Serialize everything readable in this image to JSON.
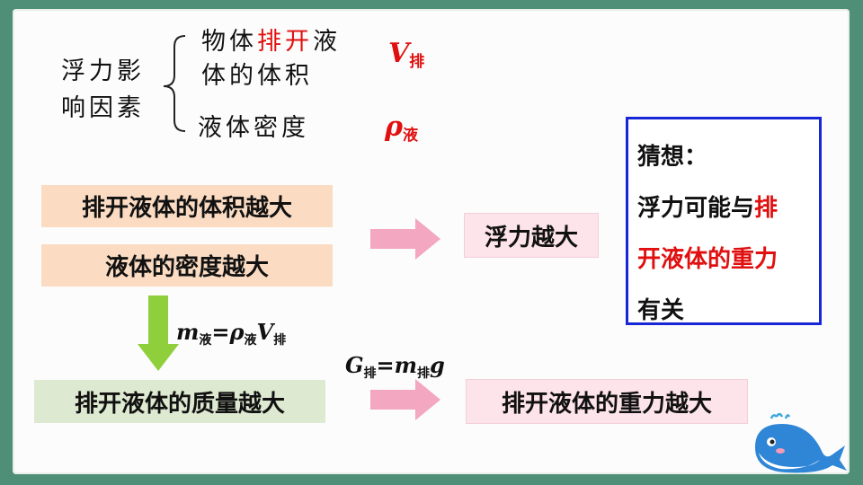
{
  "factors": {
    "label_line1": "浮力影",
    "label_line2": "响因素",
    "item1_part1": "物体",
    "item1_red": "排开",
    "item1_part2": "液",
    "item1_line2": "体的体积",
    "item2": "液体密度",
    "sym1_main": "V",
    "sym1_sub": "排",
    "sym2_main": "ρ",
    "sym2_sub": "液"
  },
  "boxes": {
    "volume": "排开液体的体积越大",
    "density": "液体的密度越大",
    "buoyancy": "浮力越大",
    "mass": "排开液体的质量越大",
    "weight": "排开液体的重力越大"
  },
  "formulas": {
    "mass_m": "m",
    "mass_m_sub": "液",
    "mass_eq": "=",
    "mass_rho": "ρ",
    "mass_rho_sub": "液",
    "mass_v": "V",
    "mass_v_sub": "排",
    "weight_g": "G",
    "weight_g_sub": "排",
    "weight_eq": "=",
    "weight_m": "m",
    "weight_m_sub": "排",
    "weight_gg": "g"
  },
  "guess": {
    "title": "猜想：",
    "line1_part1": "浮力可能与",
    "line1_red": "排",
    "line2_red": "开液体的重力",
    "line3": "有关"
  },
  "colors": {
    "frame": "#4f8f78",
    "accent_red": "#e01010",
    "guess_border": "#1826d8",
    "arrow_pink": "#f3a7c0",
    "arrow_green": "#8fcf3c"
  }
}
